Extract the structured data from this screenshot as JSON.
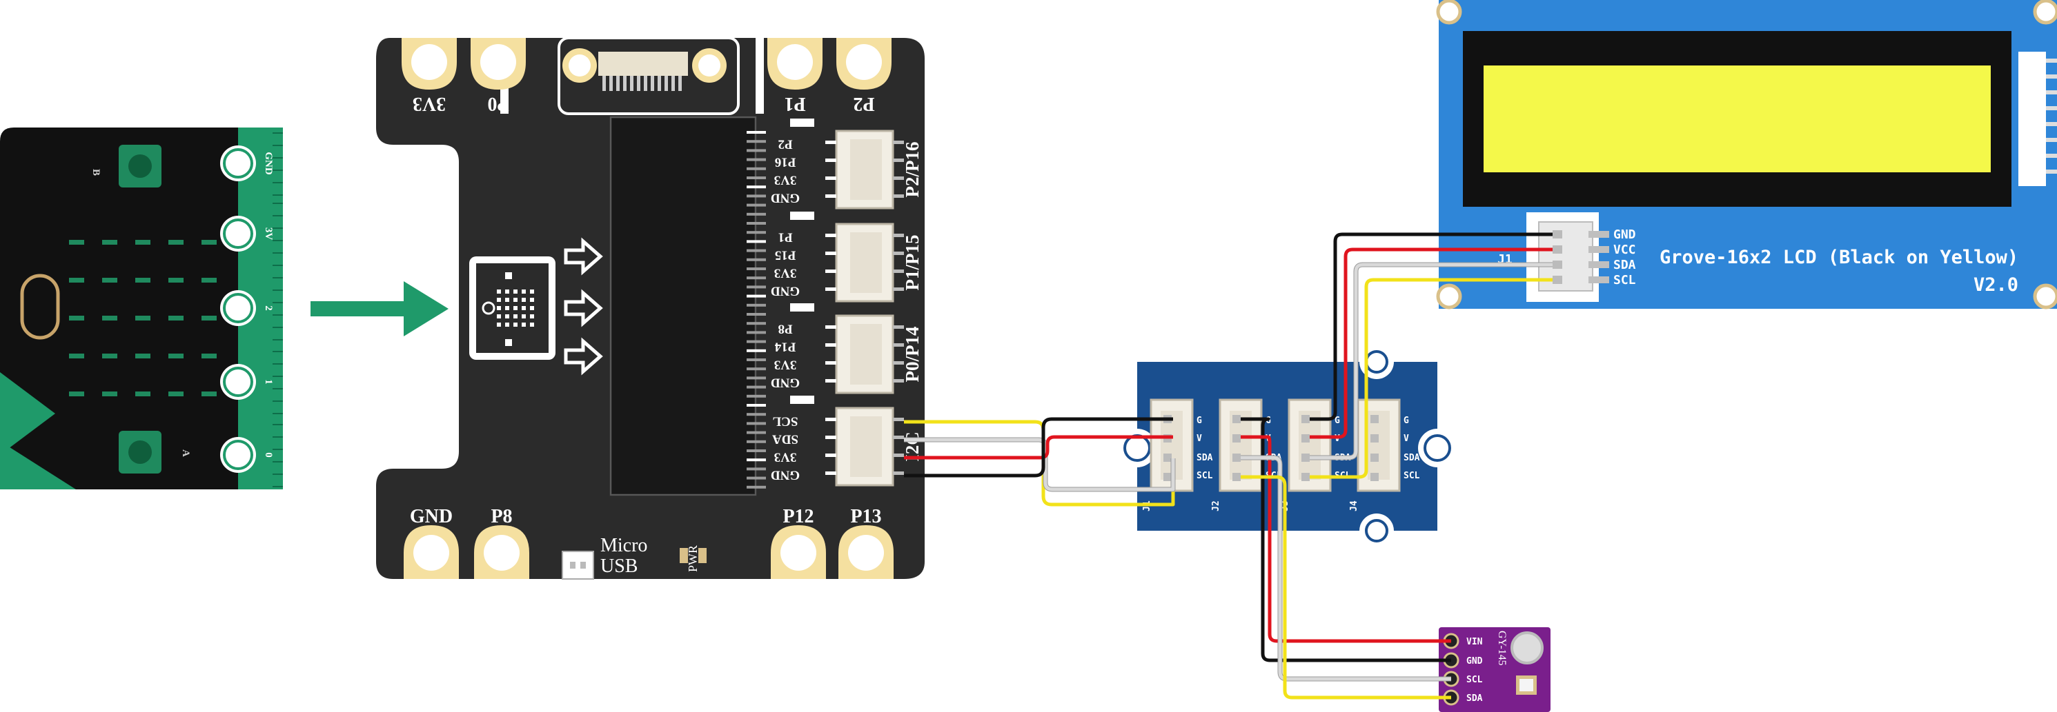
{
  "colors": {
    "microbit_body": "#111111",
    "microbit_accent": "#1f9a6a",
    "shield_body": "#2b2b2b",
    "pad_gold": "#f5e0a0",
    "grove_hub": "#1a4f8f",
    "lcd_board": "#2f86d8",
    "lcd_screen": "#f4f84a",
    "sensor_board": "#7a1f8c",
    "wire_black": "#111111",
    "wire_red": "#e0141e",
    "wire_white": "#d9d9d9",
    "wire_yellow": "#f2e21a",
    "arrow_green": "#1f9a6a"
  },
  "microbit": {
    "pin_labels": [
      "GND",
      "3V",
      "2",
      "1",
      "0"
    ],
    "button_a": "A",
    "button_b": "B"
  },
  "shield": {
    "top_pads": [
      "3V3",
      "P0",
      "P1",
      "P2"
    ],
    "bottom_pads": [
      "GND",
      "P8",
      "P12",
      "P13"
    ],
    "micro_usb": [
      "Micro",
      "USB"
    ],
    "pwr": "PWR",
    "ports": [
      {
        "name": "P2/P16",
        "pins": [
          "P2",
          "P16",
          "3V3",
          "GND"
        ]
      },
      {
        "name": "P1/P15",
        "pins": [
          "P1",
          "P15",
          "3V3",
          "GND"
        ]
      },
      {
        "name": "P0/P14",
        "pins": [
          "P8",
          "P14",
          "3V3",
          "GND"
        ]
      },
      {
        "name": "I2C",
        "pins": [
          "SCL",
          "SDA",
          "3V3",
          "GND"
        ]
      }
    ]
  },
  "hub": {
    "connectors": [
      "J1",
      "J2",
      "J3",
      "J4"
    ],
    "pin_labels": [
      "G",
      "V",
      "SDA",
      "SCL"
    ]
  },
  "lcd": {
    "title": "Grove-16x2 LCD (Black on Yellow)",
    "version": "V2.0",
    "connector": "J1",
    "pins": [
      "GND",
      "VCC",
      "SDA",
      "SCL"
    ]
  },
  "sensor": {
    "name": "GY-145",
    "pins": [
      "VIN",
      "GND",
      "SCL",
      "SDA"
    ]
  }
}
